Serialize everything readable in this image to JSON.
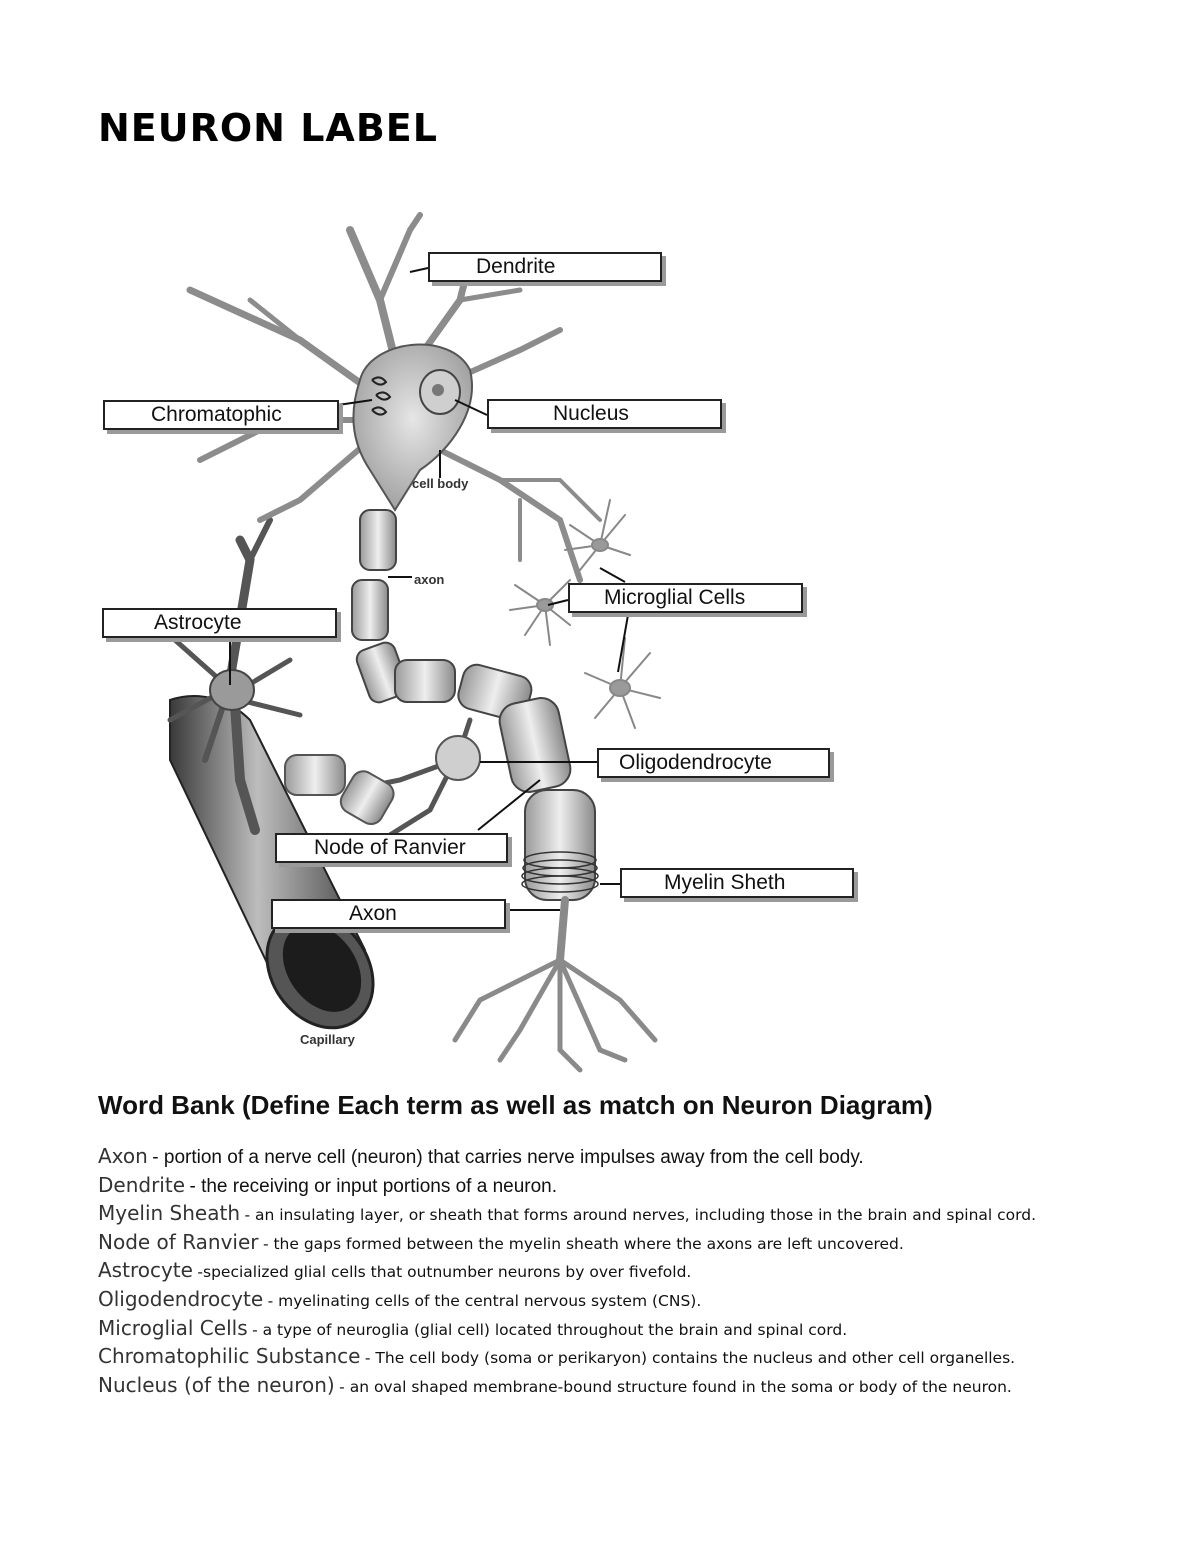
{
  "page": {
    "title": "NEURON LABEL"
  },
  "diagram": {
    "labels": {
      "dendrite": "Dendrite",
      "chromatophic": "Chromatophic",
      "nucleus": "Nucleus",
      "microglial": "Microglial Cells",
      "astrocyte": "Astrocyte",
      "oligodendrocyte": "Oligodendrocyte",
      "node": "Node of Ranvier",
      "myelin": "Myelin Sheth",
      "axon": "Axon"
    },
    "printed": {
      "cell_body": "cell body",
      "axon": "axon",
      "capillary": "Capillary"
    }
  },
  "word_bank": {
    "heading": "Word Bank (Define Each term as well as match on Neuron Diagram)",
    "items": [
      {
        "term": "Axon",
        "definition": " - portion of a nerve cell (neuron) that carries nerve impulses away from the cell body."
      },
      {
        "term": "Dendrite",
        "definition": " - the receiving or input portions of a neuron."
      },
      {
        "term": "Myelin Sheath",
        "definition": " - an insulating layer, or sheath that forms around nerves, including those in the brain and spinal cord."
      },
      {
        "term": "Node of Ranvier",
        "definition": " - the gaps formed between the myelin sheath where the axons are left uncovered."
      },
      {
        "term": "Astrocyte",
        "definition": " -specialized glial cells that outnumber neurons by over fivefold."
      },
      {
        "term": "Oligodendrocyte",
        "definition": " - myelinating cells of the central nervous system (CNS)."
      },
      {
        "term": "Microglial Cells",
        "definition": " - a type of neuroglia (glial cell) located throughout the brain and spinal cord."
      },
      {
        "term": "Chromatophilic Substance",
        "definition": " - The cell body (soma or perikaryon) contains the nucleus and other cell organelles."
      },
      {
        "term": "Nucleus (of the neuron)",
        "definition": " - an oval shaped membrane-bound structure found in the soma or body of the neuron."
      }
    ]
  }
}
